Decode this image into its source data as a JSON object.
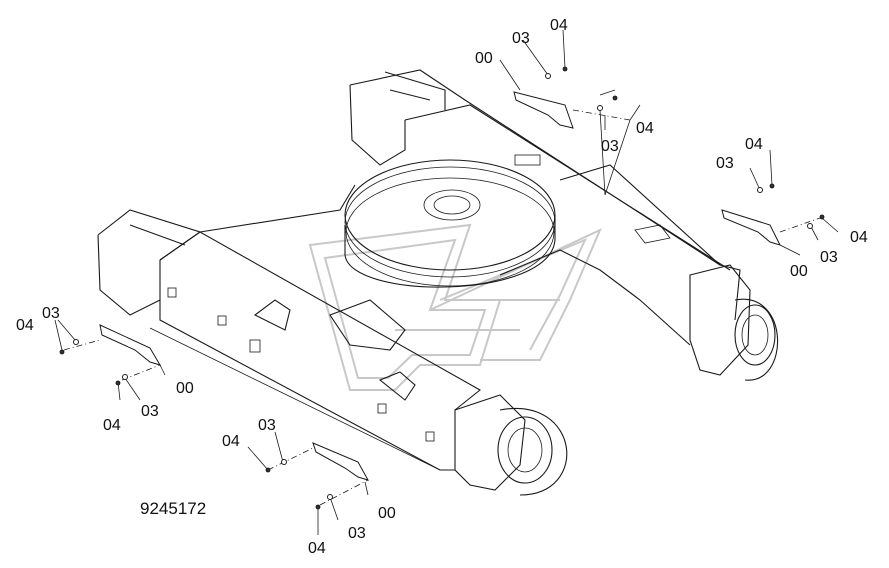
{
  "diagram": {
    "drawing_number": "9245172",
    "callouts": {
      "tr_00": "00",
      "tr_03a": "03",
      "tr_04a": "04",
      "tr_03b": "03",
      "tr_04b": "04",
      "r_03a": "03",
      "r_04a": "04",
      "r_00": "00",
      "r_03b": "03",
      "r_04b": "04",
      "l_04a": "04",
      "l_03a": "03",
      "l_00": "00",
      "l_04b": "04",
      "l_03b": "03",
      "b_04a": "04",
      "b_03a": "03",
      "b_00": "00",
      "b_04b": "04",
      "b_03b": "03"
    }
  }
}
